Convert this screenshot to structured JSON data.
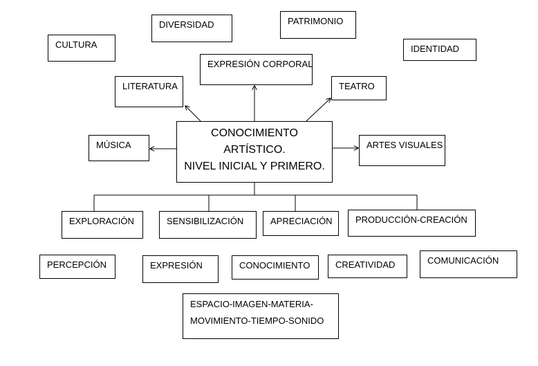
{
  "center": {
    "line1": "CONOCIMIENTO",
    "line2": "ARTÍSTICO.",
    "line3": "NIVEL INICIAL Y PRIMERO."
  },
  "top": {
    "cultura": "CULTURA",
    "diversidad": "DIVERSIDAD",
    "patrimonio": "PATRIMONIO",
    "identidad": "IDENTIDAD"
  },
  "branches": {
    "expresion_corporal": "EXPRESIÓN CORPORAL",
    "literatura": "LITERATURA",
    "teatro": "TEATRO",
    "musica": "MÚSICA",
    "artes_visuales": "ARTES VISUALES"
  },
  "stages": {
    "exploracion": "EXPLORACIÓN",
    "sensibilizacion": "SENSIBILIZACIÓN",
    "apreciacion": "APRECIACIÓN",
    "produccion": "PRODUCCIÓN-CREACIÓN"
  },
  "bottom": {
    "percepcion": "PERCEPCIÓN",
    "expresion": "EXPRESIÓN",
    "conocimiento": "CONOCIMIENTO",
    "creatividad": "CREATIVIDAD",
    "comunicacion": "COMUNICACIÓN",
    "elementos_line1": "ESPACIO-IMAGEN-MATERIA-",
    "elementos_line2": "MOVIMIENTO-TIEMPO-SONIDO"
  }
}
